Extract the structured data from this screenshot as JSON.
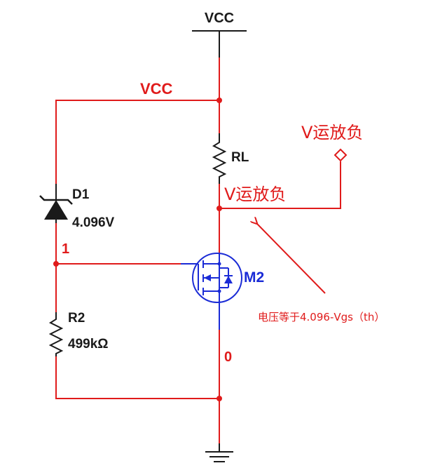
{
  "colors": {
    "wire": "#e01b1b",
    "component": "#1a1a1a",
    "mosfet": "#1a2bd6",
    "net_label": "#e01b1b"
  },
  "labels": {
    "vcc_supply": "VCC",
    "vcc_net": "VCC",
    "probe": "V运放负",
    "node_vneg": "V运放负",
    "rl": "RL",
    "d1_name": "D1",
    "d1_value": "4.096V",
    "node_1": "1",
    "m2": "M2",
    "r2_name": "R2",
    "r2_value": "499kΩ",
    "node_0": "0",
    "annotation": "电压等于4.096-Vgs（th）"
  },
  "icons": [
    "vcc-bar-icon",
    "ground-icon",
    "zener-diode-icon",
    "resistor-icon",
    "nmos-icon",
    "probe-icon",
    "arrow-icon"
  ]
}
